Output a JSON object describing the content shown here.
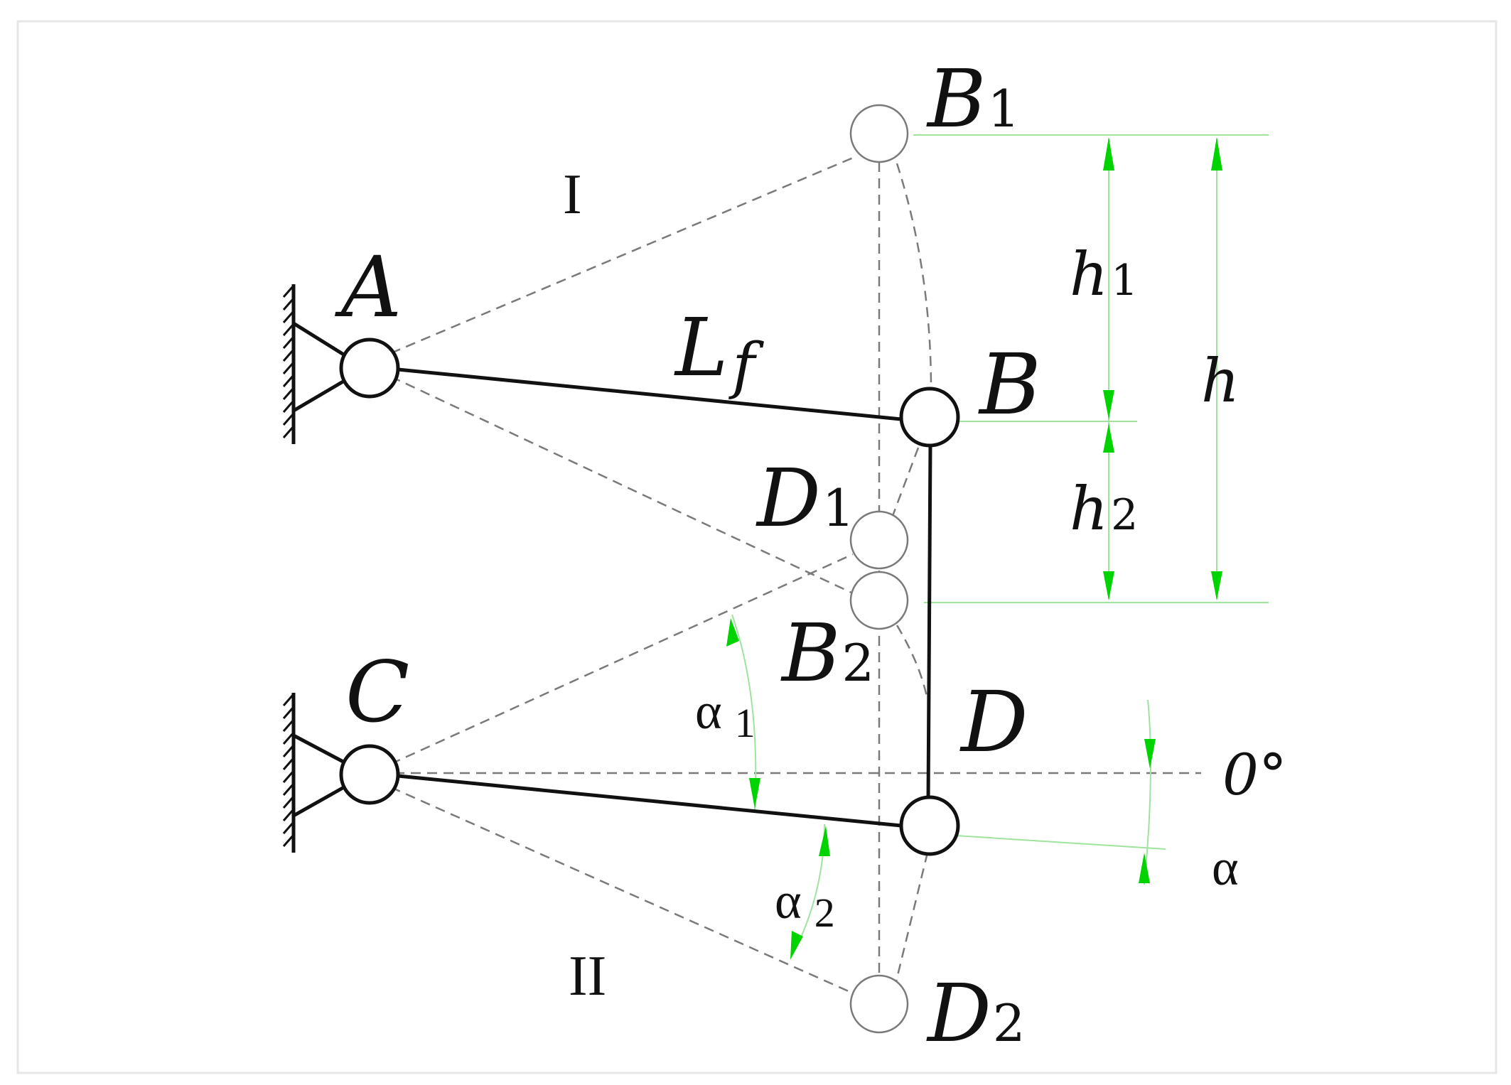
{
  "labels": {
    "A": "A",
    "B": "B",
    "B1_main": "B",
    "B1_sub": "1",
    "B2_main": "B",
    "B2_sub": "2",
    "C": "C",
    "D": "D",
    "D1_main": "D",
    "D1_sub": "1",
    "D2_main": "D",
    "D2_sub": "2",
    "Lf_main": "L",
    "Lf_sub": "f",
    "h": "h",
    "h1_main": "h",
    "h1_sub": "1",
    "h2_main": "h",
    "h2_sub": "2",
    "region_I": "I",
    "region_II": "II",
    "alpha": "α",
    "alpha1_main": "α",
    "alpha1_sub": "1",
    "alpha2_main": "α",
    "alpha2_sub": "2",
    "zero_deg": "0°"
  },
  "colors": {
    "line": "#111111",
    "dashed": "#7a7a7a",
    "dimension": "#00d400",
    "dimension_line": "#9fe39f",
    "frame": "#e6e6e6"
  }
}
